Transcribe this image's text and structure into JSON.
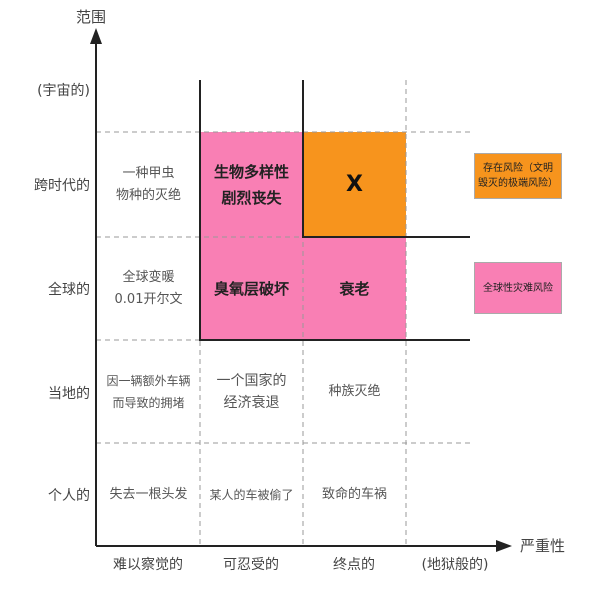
{
  "axes": {
    "y_title": "范围",
    "x_title": "严重性",
    "y_ticks": [
      "(宇宙的)",
      "跨时代的",
      "全球的",
      "当地的",
      "个人的"
    ],
    "x_ticks": [
      "难以察觉的",
      "可忍受的",
      "终点的",
      "(地狱般的)"
    ]
  },
  "cells": {
    "beetle": "一种甲虫\n物种的灭绝",
    "biodiversity": "生物多样性\n剧烈丧失",
    "x": "X",
    "warming": "全球变暖\n0.01开尔文",
    "ozone": "臭氧层破坏",
    "aging": "衰老",
    "congestion": "因一辆额外车辆\n而导致的拥堵",
    "recession": "一个国家的\n经济衰退",
    "genocide": "种族灭绝",
    "hair": "失去一根头发",
    "car_stolen": "某人的车被偷了",
    "car_crash": "致命的车祸"
  },
  "legend": {
    "existential": "存在风险（文明\n毁灭的极端风险）",
    "global_catastrophic": "全球性灾难风险"
  },
  "colors": {
    "pink": "#f97fb4",
    "orange": "#f7941d",
    "axis": "#222222",
    "grid": "#999999"
  }
}
